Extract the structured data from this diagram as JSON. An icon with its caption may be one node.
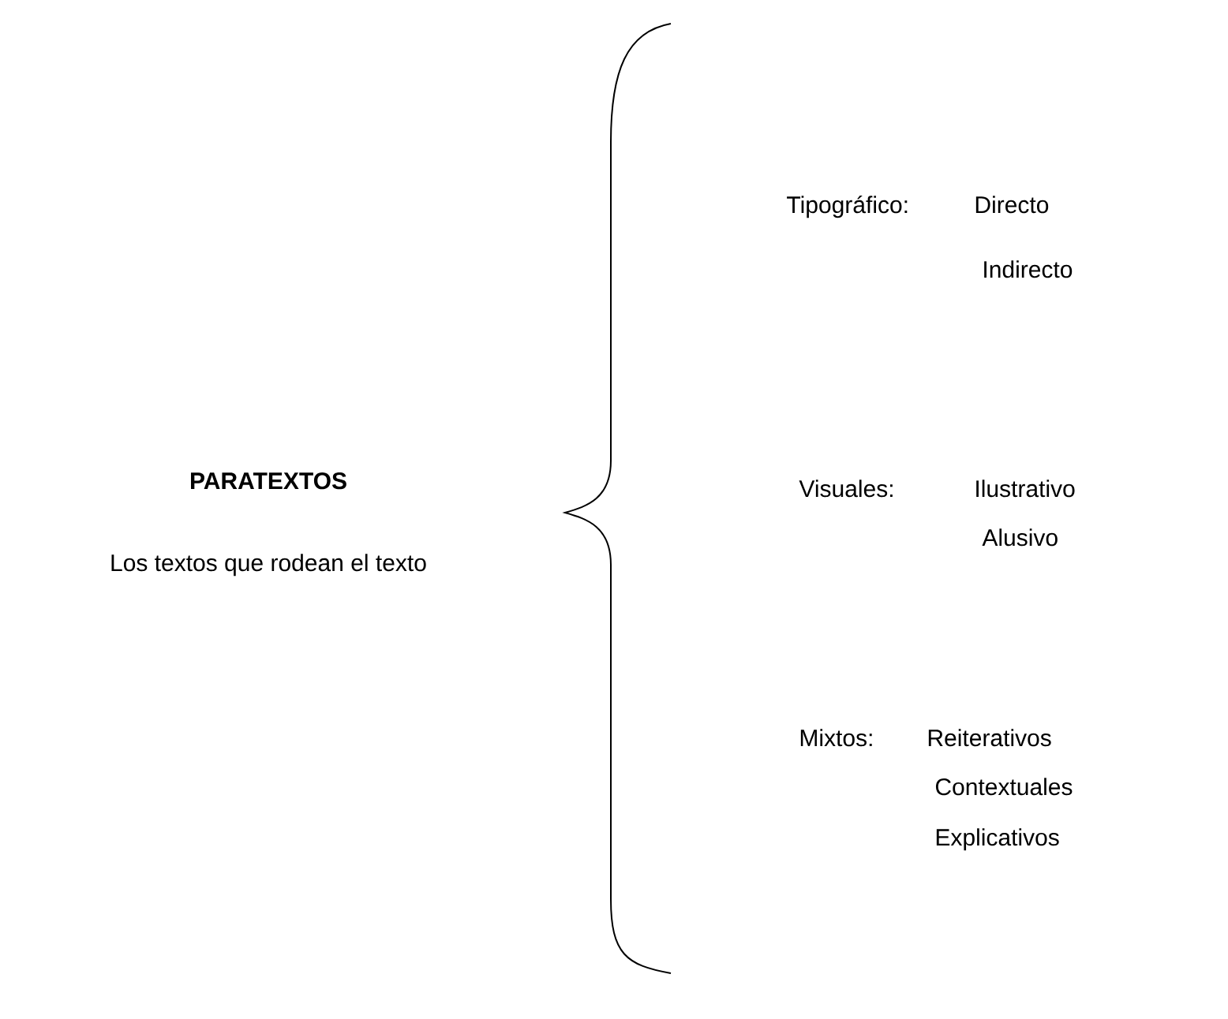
{
  "diagram": {
    "labels": [
      "PARATEXTOS",
      "Los textos que rodean el texto",
      "Tipográfico:",
      "Directo",
      "Indirecto",
      "Visuales:",
      "Ilustrativo",
      "Alusivo",
      "Mixtos:",
      "Reiterativos",
      "Contextuales",
      "Explicativos"
    ]
  }
}
